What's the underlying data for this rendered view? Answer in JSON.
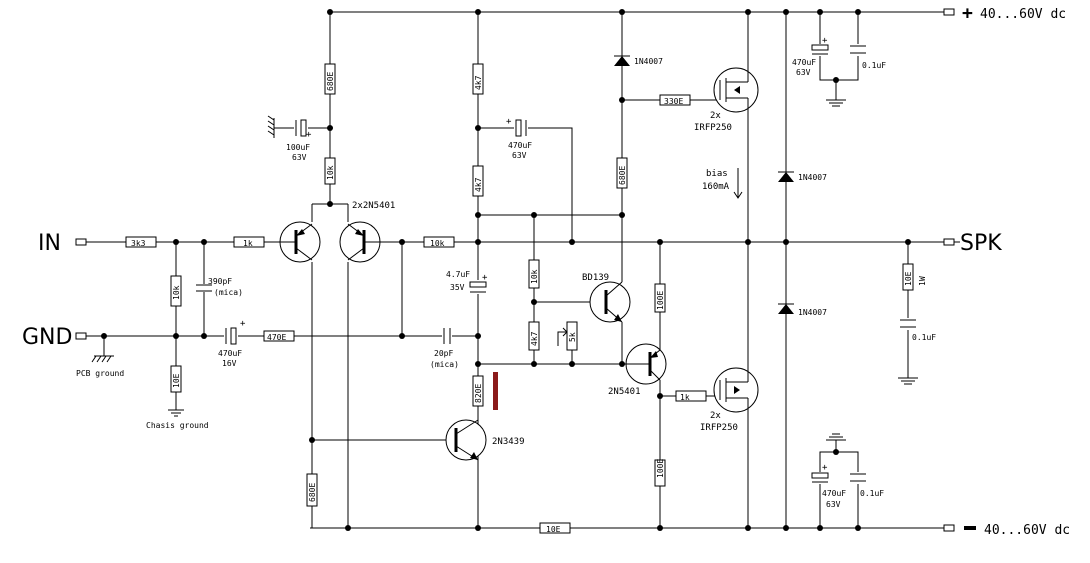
{
  "terminals": {
    "in": "IN",
    "gnd": "GND",
    "spk": "SPK",
    "vpos": "40...60V dc",
    "vneg": "40...60V dc"
  },
  "grounds": {
    "pcb": "PCB ground",
    "chassis": "Chasis ground"
  },
  "resistors": [
    {
      "id": "r-3k3",
      "label": "3k3"
    },
    {
      "id": "r-1k-in",
      "label": "1k"
    },
    {
      "id": "r-10k-in",
      "label": "10k"
    },
    {
      "id": "r-10e-chassis",
      "label": "10E"
    },
    {
      "id": "r-470e",
      "label": "470E"
    },
    {
      "id": "r-680e-top",
      "label": "680E"
    },
    {
      "id": "r-10k-lt",
      "label": "10k"
    },
    {
      "id": "r-680e-bottom",
      "label": "680E"
    },
    {
      "id": "r-10k-fb",
      "label": "10k"
    },
    {
      "id": "r-4k7-top",
      "label": "4k7"
    },
    {
      "id": "r-4k7-mid",
      "label": "4k7"
    },
    {
      "id": "r-820e",
      "label": "820E"
    },
    {
      "id": "r-10e-bottom",
      "label": "10E"
    },
    {
      "id": "r-10k-vbe",
      "label": "10k"
    },
    {
      "id": "r-4k7-vbe",
      "label": "4k7"
    },
    {
      "id": "r-5k-pot",
      "label": "5k"
    },
    {
      "id": "r-680e-gate",
      "label": "680E"
    },
    {
      "id": "r-100e-top",
      "label": "100E"
    },
    {
      "id": "r-330e",
      "label": "330E"
    },
    {
      "id": "r-100e-bot",
      "label": "100E"
    },
    {
      "id": "r-1k-bot",
      "label": "1k"
    },
    {
      "id": "r-10e-zobel",
      "label": "10E"
    },
    {
      "id": "r-1w",
      "label": "1W"
    }
  ],
  "capacitors": {
    "c390": [
      "390pF",
      "(mica)"
    ],
    "c470in": [
      "470uF",
      "16V"
    ],
    "c100": [
      "100uF",
      "63V"
    ],
    "c470boot": [
      "470uF",
      "63V"
    ],
    "c47": [
      "4.7uF",
      "35V"
    ],
    "c20": [
      "20pF",
      "(mica)"
    ],
    "c470top": [
      "470uF",
      "63V"
    ],
    "c01top": [
      "0.1uF"
    ],
    "c470bot": [
      "470uF",
      "63V"
    ],
    "c01bot": [
      "0.1uF"
    ],
    "c01zobel": [
      "0.1uF"
    ]
  },
  "semis": {
    "diff_pair": "2x2N5401",
    "vas": "2N3439",
    "vbe": "BD139",
    "driver": "2N5401",
    "d_top": "1N4007",
    "d_mid": "1N4007",
    "d_bot": "1N4007",
    "mos_top": [
      "2x",
      "IRFP250"
    ],
    "mos_bot": [
      "2x",
      "IRFP250"
    ]
  },
  "bias": [
    "bias",
    "160mA"
  ],
  "colors": {
    "wire": "#000000",
    "marker": "#8b1a1a"
  }
}
